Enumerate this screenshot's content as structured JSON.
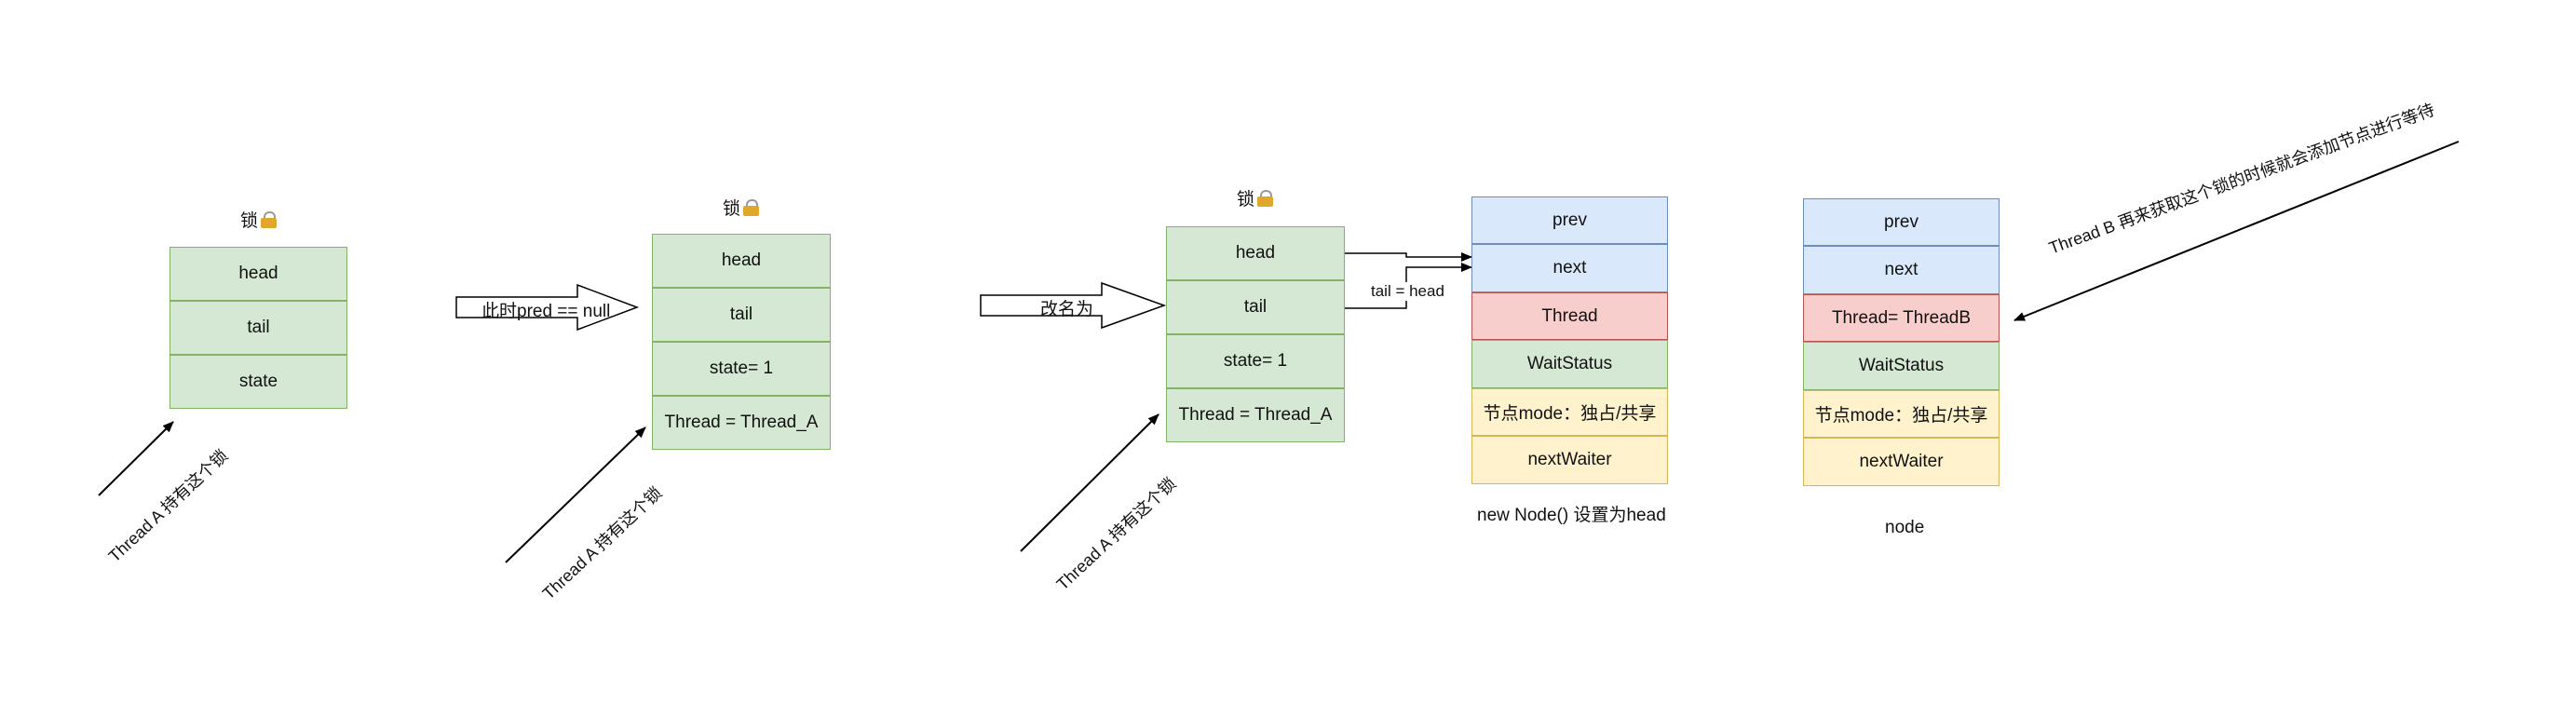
{
  "lock_label": "锁",
  "group1": {
    "rows": [
      "head",
      "tail",
      "state"
    ],
    "annotation": "Thread A 持有这个锁"
  },
  "group2": {
    "rows": [
      "head",
      "tail",
      "state= 1",
      "Thread = Thread_A"
    ],
    "annotation": "Thread A 持有这个锁",
    "arrow_label": "此时pred == null"
  },
  "group3": {
    "rows": [
      "head",
      "tail",
      "state= 1",
      "Thread = Thread_A"
    ],
    "annotation": "Thread A 持有这个锁",
    "arrow_label": "改名为",
    "edge_label": "tail = head"
  },
  "node_head": {
    "rows": [
      "prev",
      "next",
      "Thread",
      "WaitStatus",
      "节点mode：独占/共享",
      "nextWaiter"
    ],
    "caption": "new Node()  设置为head"
  },
  "node_b": {
    "rows": [
      "prev",
      "next",
      "Thread= ThreadB",
      "WaitStatus",
      "节点mode：独占/共享",
      "nextWaiter"
    ],
    "caption": "node",
    "annotation": "Thread B 再来获取这个锁的时候就会添加节点进行等待"
  },
  "colors": {
    "green": "#d5e8d4",
    "blue": "#dae8fc",
    "red": "#f8cecc",
    "yellow": "#fff2cc"
  },
  "icons": [
    "lock-icon"
  ]
}
